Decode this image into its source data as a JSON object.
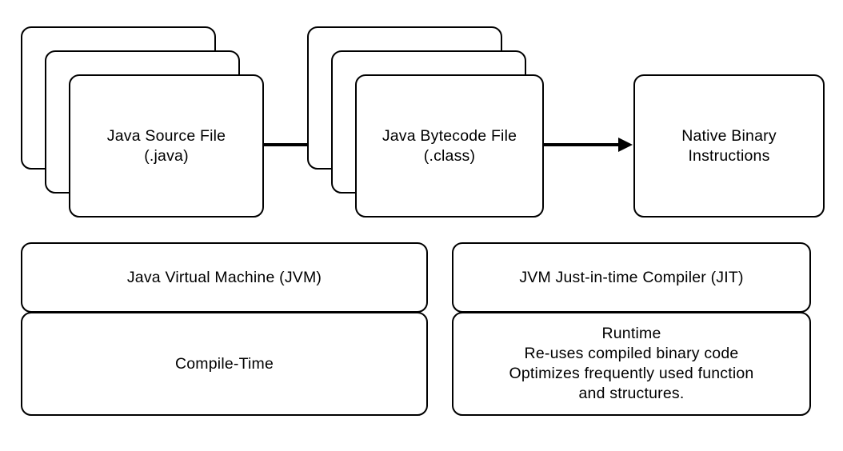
{
  "diagram": {
    "title": "Java compilation and execution pipeline",
    "background_color": "#ffffff",
    "stroke_color": "#000000",
    "nodes": {
      "source_file": {
        "label": "Java Source File\n(.java)",
        "stacked": true,
        "copies": 3
      },
      "bytecode_file": {
        "label": "Java Bytecode File\n(.class)",
        "stacked": true,
        "copies": 3
      },
      "native_binary": {
        "label": "Native Binary\nInstructions",
        "stacked": false,
        "copies": 1
      },
      "jvm": {
        "label": "Java Virtual Machine (JVM)"
      },
      "compile_time": {
        "label": "Compile-Time"
      },
      "jit": {
        "label": "JVM Just-in-time Compiler (JIT)"
      },
      "runtime": {
        "label": "Runtime\nRe-uses compiled binary code\nOptimizes frequently used function\nand structures."
      }
    },
    "arrows": [
      {
        "name": "source-to-bytecode",
        "from": "source_file",
        "to": "bytecode_file",
        "label": ""
      },
      {
        "name": "bytecode-to-native",
        "from": "bytecode_file",
        "to": "native_binary",
        "label": ""
      }
    ]
  }
}
